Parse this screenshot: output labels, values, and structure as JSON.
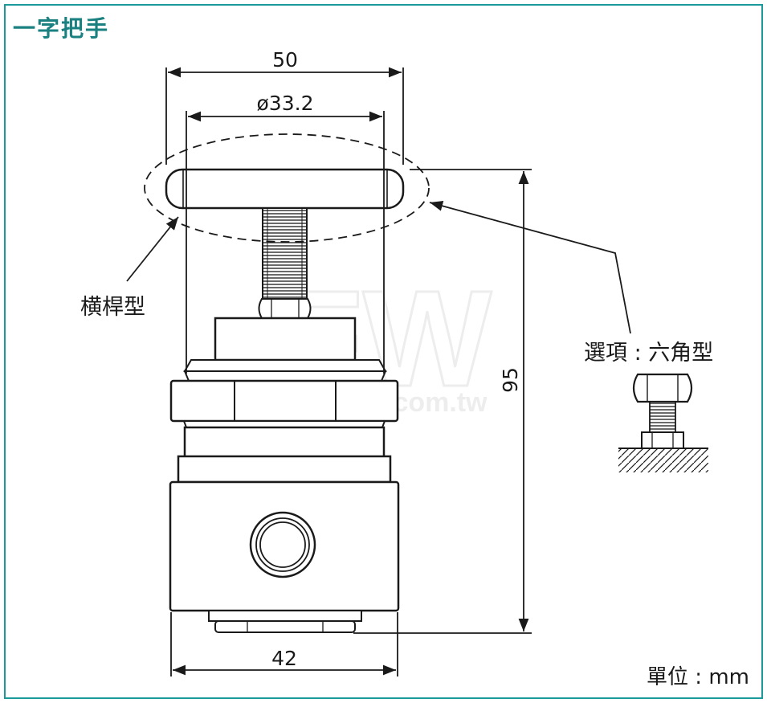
{
  "title": "一字把手",
  "dimensions": {
    "width_top": "50",
    "diameter": "ø33.2",
    "height": "95",
    "width_bottom": "42"
  },
  "labels": {
    "crossbar": "横桿型",
    "option": "選項 : 六角型"
  },
  "watermark": {
    "logo": "FW",
    "url": "fullwins.com.tw"
  },
  "unit": "單位 : mm",
  "colors": {
    "frame": "#1a9a9a",
    "title": "#1a8080",
    "line": "#1a1a1a"
  }
}
